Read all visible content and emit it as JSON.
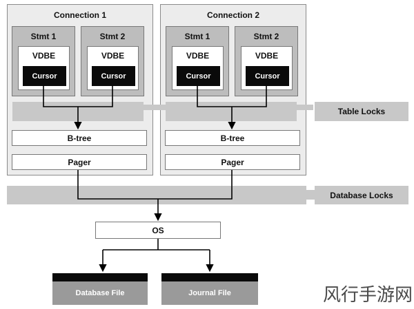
{
  "connections": [
    {
      "title": "Connection 1",
      "stmts": [
        {
          "label": "Stmt 1",
          "vdbe": "VDBE",
          "cursor": "Cursor"
        },
        {
          "label": "Stmt 2",
          "vdbe": "VDBE",
          "cursor": "Cursor"
        }
      ],
      "btree": "B-tree",
      "pager": "Pager"
    },
    {
      "title": "Connection 2",
      "stmts": [
        {
          "label": "Stmt 1",
          "vdbe": "VDBE",
          "cursor": "Cursor"
        },
        {
          "label": "Stmt 2",
          "vdbe": "VDBE",
          "cursor": "Cursor"
        }
      ],
      "btree": "B-tree",
      "pager": "Pager"
    }
  ],
  "locks": {
    "table": "Table Locks",
    "database": "Database Locks"
  },
  "os": "OS",
  "files": {
    "database": "Database File",
    "journal": "Journal File"
  },
  "watermark": "风行手游网",
  "colors": {
    "connection_bg": "#ececec",
    "stmt_bg": "#bdbdbd",
    "lock_bar": "#c8c8c8",
    "cursor_bg": "#0a0a0a",
    "file_bg": "#9a9a9a"
  }
}
